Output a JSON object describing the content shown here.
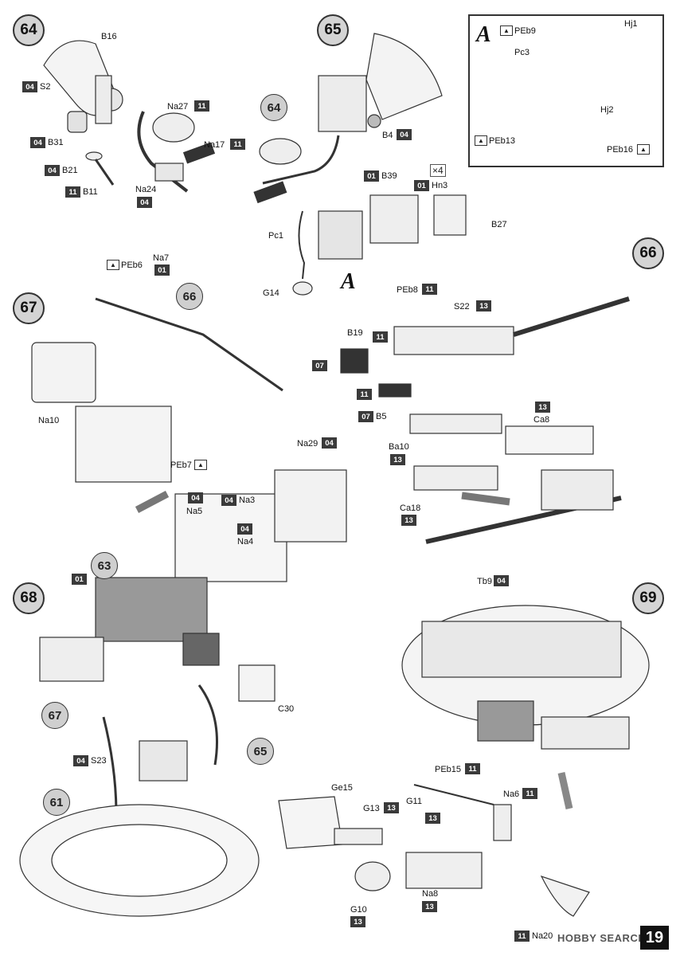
{
  "page": {
    "number": "19",
    "watermark": "HOBBY SEARCH"
  },
  "steps": {
    "s64": "64",
    "s65": "65",
    "s66": "66",
    "s67": "67",
    "s68": "68",
    "s69": "69"
  },
  "refs": {
    "r64": "64",
    "r66": "66",
    "r63": "63",
    "r67": "67",
    "r65": "65",
    "r61": "61"
  },
  "inset": {
    "letter": "A"
  },
  "assembly_A": "A",
  "multiplier": "×4",
  "labels": {
    "B16": "B16",
    "S2": "S2",
    "B31": "B31",
    "B21": "B21",
    "B11": "B11",
    "Na27": "Na27",
    "Na17": "Na17",
    "Na24": "Na24",
    "B4": "B4",
    "B39": "B39",
    "Hn3": "Hn3",
    "B27": "B27",
    "Pc1": "Pc1",
    "G14": "G14",
    "PEb9": "PEb9",
    "Pc3": "Pc3",
    "Hj1": "Hj1",
    "Hj2": "Hj2",
    "PEb13": "PEb13",
    "PEb16": "PEb16",
    "Na7": "Na7",
    "PEb6": "PEb6",
    "Na10": "Na10",
    "PEb7": "PEb7",
    "Na29": "Na29",
    "Na3": "Na3",
    "Na5": "Na5",
    "Na4": "Na4",
    "PEb8": "PEb8",
    "S22": "S22",
    "B19": "B19",
    "B5": "B5",
    "Ba10": "Ba10",
    "Ca8": "Ca8",
    "Ca18": "Ca18",
    "C30": "C30",
    "S23": "S23",
    "Tb9": "Tb9",
    "PEb15": "PEb15",
    "Ge15": "Ge15",
    "G13": "G13",
    "G11": "G11",
    "Na6": "Na6",
    "G10": "G10",
    "Na8": "Na8",
    "Na20": "Na20"
  },
  "sprues": {
    "a": "04",
    "b": "04",
    "c": "04",
    "d": "11",
    "e": "11",
    "f": "11",
    "g": "04",
    "h": "04",
    "i": "01",
    "j": "01",
    "k": "01",
    "l": "04",
    "m": "04",
    "n": "04",
    "o": "04",
    "p": "11",
    "q": "13",
    "r": "11",
    "s": "07",
    "t": "11",
    "u": "07",
    "v": "13",
    "w": "13",
    "x": "13",
    "y": "01",
    "z": "04",
    "aa": "04",
    "ab": "11",
    "ac": "13",
    "ad": "13",
    "ae": "11",
    "af": "13",
    "ag": "13",
    "ah": "11"
  }
}
